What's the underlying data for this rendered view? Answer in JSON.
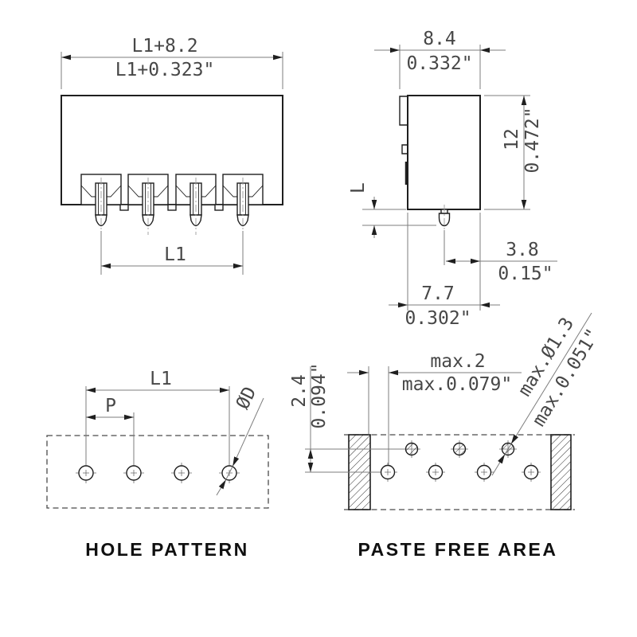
{
  "front_view": {
    "dim_overall_mm": "L1+8.2",
    "dim_overall_in": "L1+0.323\"",
    "dim_pin_span": "L1"
  },
  "side_view": {
    "dim_width_mm": "8.4",
    "dim_width_in": "0.332\"",
    "dim_height_mm": "12",
    "dim_height_in": "0.472\"",
    "dim_pin_length": "L",
    "dim_pin_to_edge_mm": "3.8",
    "dim_pin_to_edge_in": "0.15\"",
    "dim_body_depth_mm": "7.7",
    "dim_body_depth_in": "0.302\""
  },
  "hole_pattern": {
    "title": "HOLE PATTERN",
    "dim_span": "L1",
    "dim_pitch": "P",
    "dim_hole_diameter": "ØD"
  },
  "paste_free_area": {
    "title": "PASTE FREE AREA",
    "dim_row_offset_mm": "2.4",
    "dim_row_offset_in": "0.094\"",
    "dim_clearance_mm": "max.2",
    "dim_clearance_in": "max.0.079\"",
    "dim_max_hole_mm": "max.Ø1.3",
    "dim_max_hole_in": "max.0.051\""
  },
  "colors": {
    "line": "#1f1f1f",
    "dimension": "#7d7d7d",
    "text": "#474747",
    "background": "#ffffff"
  }
}
